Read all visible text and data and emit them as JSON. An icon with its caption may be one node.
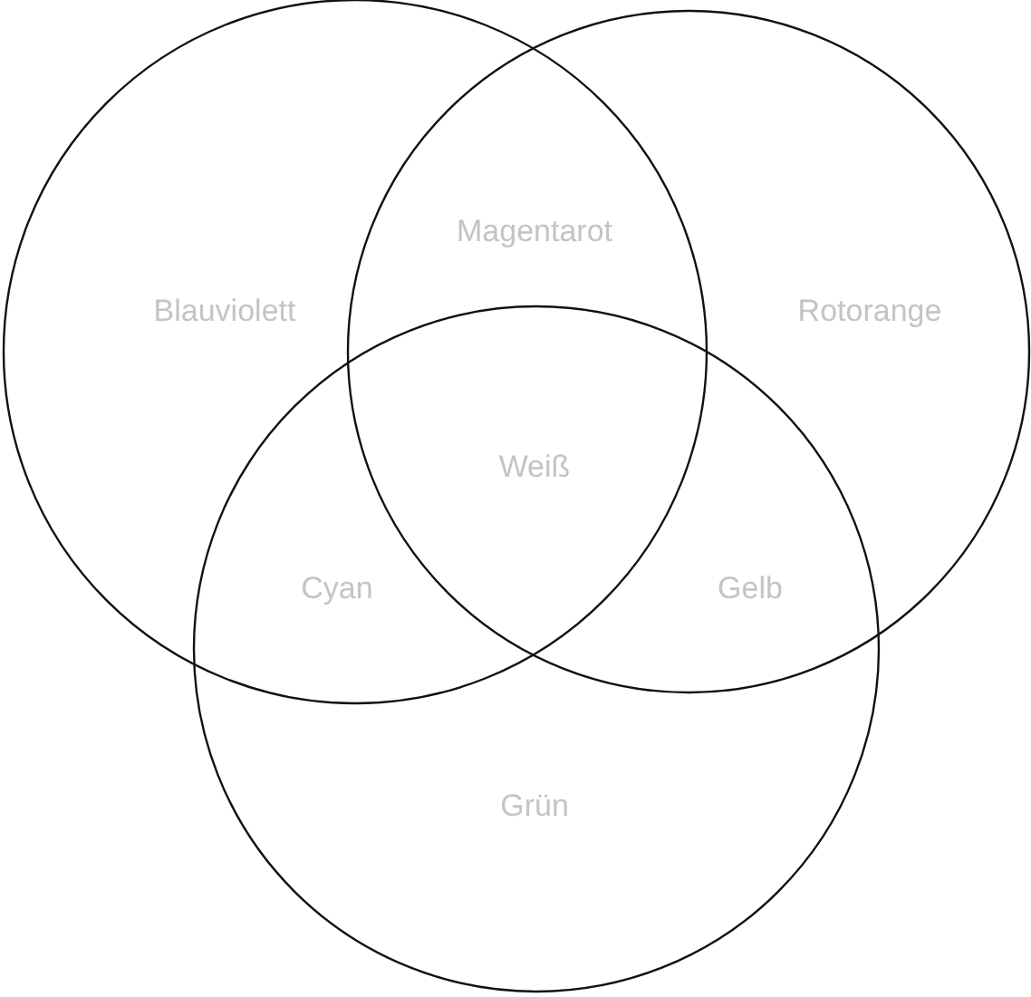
{
  "diagram": {
    "nodes": [
      {
        "text": [],
        "shape": "circle"
      },
      {
        "text": [],
        "shape": "circle"
      },
      {
        "text": [],
        "shape": "circle"
      }
    ],
    "labels": [
      "Magentarot",
      "Blauviolett",
      "Rotorange",
      "Weiß",
      "Cyan",
      "Gelb",
      "Grün"
    ]
  }
}
